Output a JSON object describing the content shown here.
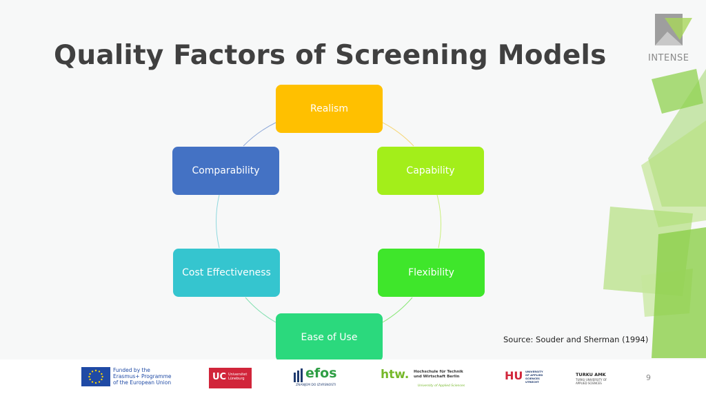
{
  "slide": {
    "title": "Quality Factors of Screening Models",
    "brand": "INTENSE",
    "source": "Source: Souder and Sherman (1994)",
    "page_number": "9"
  },
  "cycle": {
    "nodes": [
      {
        "label": "Realism",
        "color": "#ffc000"
      },
      {
        "label": "Capability",
        "color": "#a3ee1a"
      },
      {
        "label": "Flexibility",
        "color": "#3fe62b"
      },
      {
        "label": "Ease of Use",
        "color": "#2bd97d"
      },
      {
        "label": "Cost Effectiveness",
        "color": "#35c5cf"
      },
      {
        "label": "Comparability",
        "color": "#4472c4"
      }
    ]
  },
  "footer": {
    "eu": {
      "line1": "Funded by the",
      "line2": "Erasmus+ Programme",
      "line3": "of the European Union"
    },
    "uc": {
      "mark": "UC",
      "line1": "Universitet",
      "line2": "Lüneburg"
    },
    "efos": {
      "mark": "efos",
      "tagline": "ZNANJEM DO IZVRSNOSTI"
    },
    "htw": {
      "mark": "htw.",
      "line1": "Hochschule für Technik",
      "line2": "und Wirtschaft Berlin",
      "line3": "University of Applied Sciences"
    },
    "hu": {
      "mark": "HU",
      "line1": "UNIVERSITY",
      "line2": "OF APPLIED",
      "line3": "SCIENCES",
      "line4": "UTRECHT"
    },
    "turku": {
      "line1": "TURKU AMK",
      "line2": "TURKU UNIVERSITY OF",
      "line3": "APPLIED SCIENCES"
    }
  }
}
